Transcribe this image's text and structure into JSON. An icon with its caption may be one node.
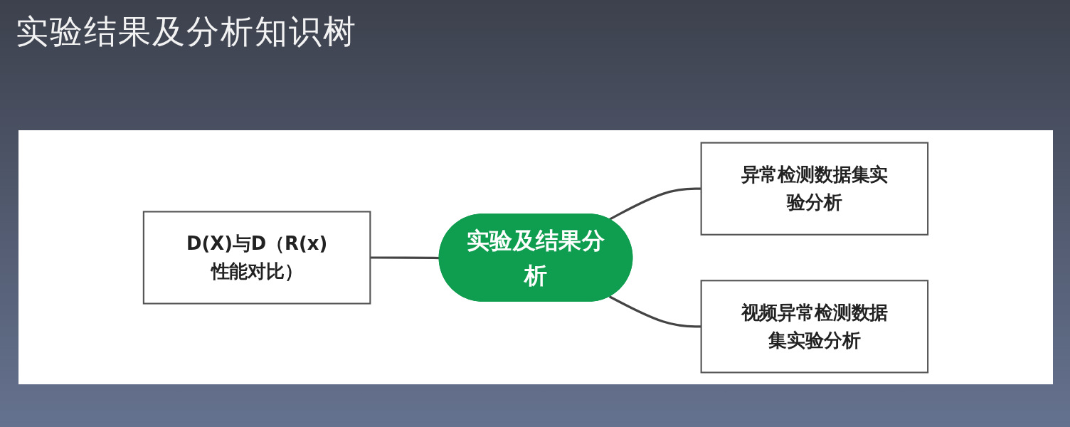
{
  "diagram": {
    "title": "实验结果及分析知识树",
    "nodes": [
      {
        "text": [
          "实验及结果分析"
        ]
      },
      {
        "text": [
          "D(X)与D（R(x)性能对比）"
        ]
      },
      {
        "text": [
          "异常检测数据集实验分析"
        ]
      },
      {
        "text": [
          "视频异常检测数据集实验分析"
        ]
      }
    ],
    "edges": [
      {
        "from": 0,
        "to": 1,
        "arrow": "none"
      },
      {
        "from": 0,
        "to": 2,
        "arrow": "none"
      },
      {
        "from": 0,
        "to": 3,
        "arrow": "none"
      }
    ]
  }
}
